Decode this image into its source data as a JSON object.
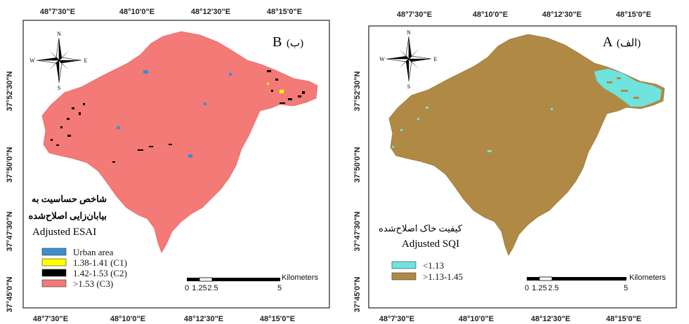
{
  "panels": [
    {
      "id": "B",
      "label": "B",
      "label_fa": "(ب)",
      "title_fa_line1": "شاخص حساسیت به",
      "title_fa_line2": "بیابان‌زایی اصلاح‌شده",
      "title_en": "Adjusted ESAI",
      "legend": [
        {
          "label": "Urban area",
          "color": "#3a8fd0"
        },
        {
          "label": "1.38-1.41 (C1)",
          "color": "#ffff00"
        },
        {
          "label": "1.42-1.53 (C2)",
          "color": "#000000"
        },
        {
          "label": ">1.53 (C3)",
          "color": "#f37a77"
        }
      ],
      "base_color": "#f37a77"
    },
    {
      "id": "A",
      "label": "A",
      "label_fa": "(الف)",
      "title_fa": "کیفیت خاک اصلاح‌شده",
      "title_en": "Adjusted SQI",
      "legend": [
        {
          "label": "<1.13",
          "color": "#6fe3dd"
        },
        {
          "label": ">1.13-1.45",
          "color": "#b08a45"
        }
      ],
      "base_color": "#b08a45"
    }
  ],
  "coords": {
    "top_left": [
      "48°7'30\"E",
      "48°10'0\"E",
      "48°12'30\"E",
      "48°15'0\"E"
    ],
    "bottom_left": [
      "48°7'30\"E",
      "48°10'0\"E",
      "48°12'30\"E",
      "48°15'0\"E"
    ],
    "top_right": [
      "48°7'30\"E",
      "48°10'0\"E",
      "48°12'30\"E",
      "48°15'0\"E"
    ],
    "bottom_right": [
      "48°7'30\"E",
      "48°10'0\"E",
      "48°12'30\"E",
      "48°15'0\"E"
    ],
    "side_left": [
      "37°52'30\"N",
      "37°50'0\"N",
      "37°47'30\"N",
      "37°45'0\"N"
    ],
    "side_right": [
      "37°52'30\"N",
      "37°50'0\"N",
      "37°47'30\"N",
      "37°45'0\"N"
    ]
  },
  "scale": {
    "unit": "Kilometers",
    "ticks": [
      "0",
      "1.25",
      "2.5",
      "5"
    ]
  },
  "compass": {
    "n": "N",
    "s": "S",
    "e": "E",
    "w": "W"
  }
}
